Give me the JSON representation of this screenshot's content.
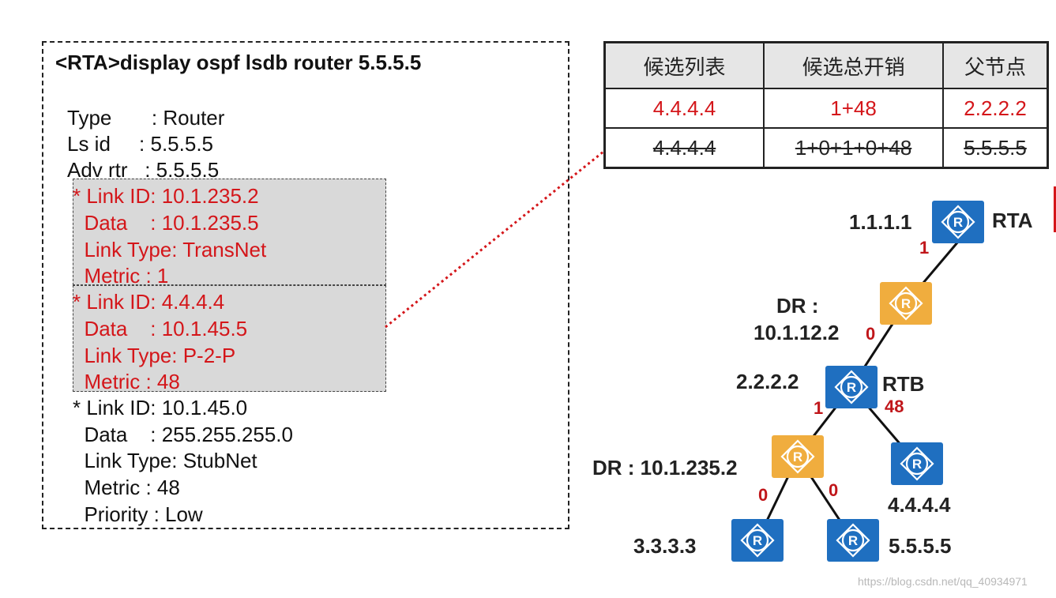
{
  "lsdb": {
    "command": "<RTA>display ospf lsdb router 5.5.5.5",
    "header_lines": [
      "Type       : Router",
      "Ls id     : 5.5.5.5",
      "Adv rtr   : 5.5.5.5"
    ],
    "link1": [
      "* Link ID: 10.1.235.2",
      "  Data    : 10.1.235.5",
      "  Link Type: TransNet",
      "  Metric : 1"
    ],
    "link2": [
      "* Link ID: 4.4.4.4",
      "  Data    : 10.1.45.5",
      "  Link Type: P-2-P",
      "  Metric : 48"
    ],
    "link3": [
      "* Link ID: 10.1.45.0",
      "  Data    : 255.255.255.0",
      "  Link Type: StubNet",
      "  Metric : 48",
      "  Priority : Low"
    ]
  },
  "candidates": {
    "headers": [
      "候选列表",
      "候选总开销",
      "父节点"
    ],
    "rows": [
      {
        "candidate": "4.4.4.4",
        "cost": "1+48",
        "parent": "2.2.2.2",
        "style": "red"
      },
      {
        "candidate": "4.4.4.4",
        "cost": "1+0+1+0+48",
        "parent": "5.5.5.5",
        "style": "strike"
      }
    ]
  },
  "topology": {
    "labels": {
      "rta_id": "1.1.1.1",
      "rta_name": "RTA",
      "dr1_a": "DR :",
      "dr1_b": "10.1.12.2",
      "rtb_id": "2.2.2.2",
      "rtb_name": "RTB",
      "dr2": "DR : 10.1.235.2",
      "r4": "4.4.4.4",
      "r3": "3.3.3.3",
      "r5": "5.5.5.5"
    },
    "costs": {
      "rta_dr1": "1",
      "dr1_rtb": "0",
      "rtb_dr2": "1",
      "rtb_r4": "48",
      "dr2_r3": "0",
      "dr2_r5": "0"
    },
    "router_glyph": "R",
    "colors": {
      "router": "#1f6fc0",
      "dr": "#f0ad3e",
      "link_red": "#d4161a"
    }
  },
  "watermark": "https://blog.csdn.net/qq_40934971"
}
